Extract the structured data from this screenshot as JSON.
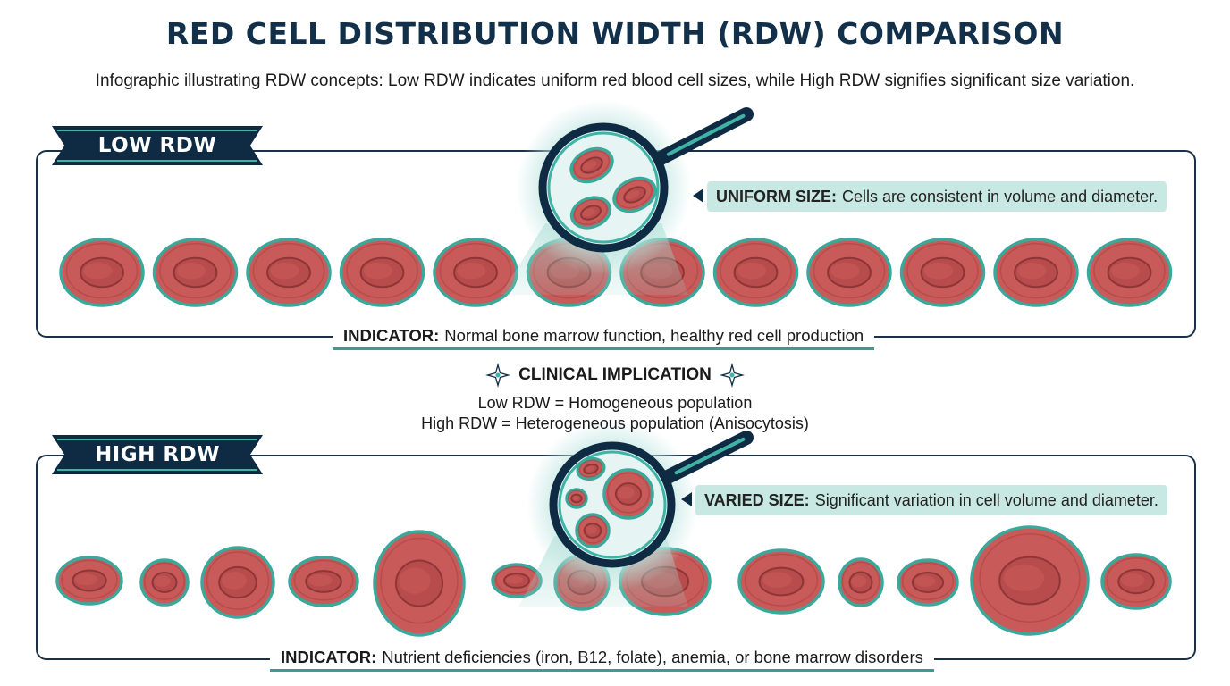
{
  "title": "RED CELL DISTRIBUTION WIDTH (RDW) COMPARISON",
  "subtitle": "Infographic illustrating RDW concepts: Low RDW indicates uniform red blood cell sizes, while High RDW signifies significant size variation.",
  "low": {
    "banner": "LOW RDW",
    "callout_label": "UNIFORM SIZE:",
    "callout_text": "Cells are consistent in volume and diameter.",
    "indicator_label": "INDICATOR:",
    "indicator_text": "Normal bone marrow function, healthy red cell production"
  },
  "clinical": {
    "heading": "CLINICAL IMPLICATION",
    "line1": "Low RDW = Homogeneous population",
    "line2": "High RDW = Heterogeneous population (Anisocytosis)"
  },
  "high": {
    "banner": "HIGH RDW",
    "callout_label": "VARIED SIZE:",
    "callout_text": "Significant variation in cell volume and diameter.",
    "indicator_label": "INDICATOR:",
    "indicator_text": "Nutrient deficiencies (iron, B12, folate), anemia, or bone marrow disorders"
  },
  "colors": {
    "navy": "#0f2b44",
    "teal": "#3fb3a6",
    "cell_fill": "#c95a5a",
    "cell_rim": "#3aa89a",
    "callout_bg": "#c7e8e3"
  },
  "icons": [
    "magnifier-icon",
    "compass-star-icon",
    "red-blood-cell-icon"
  ]
}
